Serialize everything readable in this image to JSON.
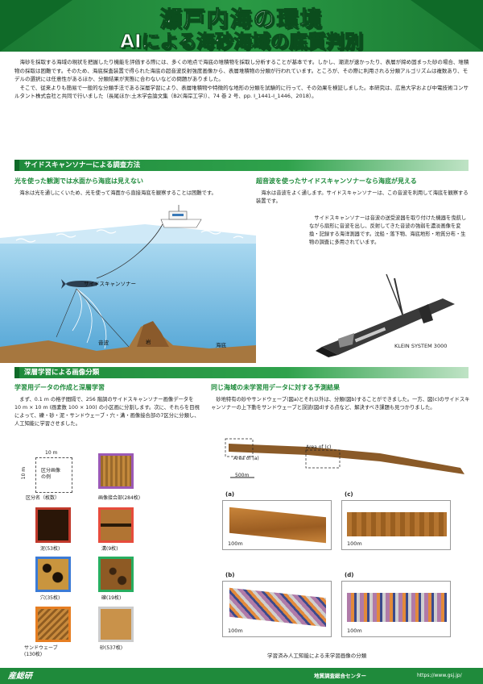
{
  "header": {
    "title": "瀬戸内海の環境",
    "subtitle": "AIによる海砂海域の底質判別"
  },
  "intro": {
    "p1": "海砂を採取する海域の現状を把握したり機能を評価する際には、多くの地点で海底の堆積物を採取し分析することが基本です。しかし、潮流が速かったり、表層が締め固まった砂の場合、堆積物の採取は困難です。そのため、海底探査装置で得られた海底の超音波反射強度画像から、表層堆積物の分類が行われています。ところが、その際に利用される分類アルゴリズムは複数あり、モデルの選択には任意性があるほか、分類結果が実態に合わないなどの問題がありました。",
    "p2": "そこで、従来よりも簡易で一般的な分類手法である深層学習により、表層堆積物や特徴的な地形の分類を試験的に行って、その効果を検証しました。本研究は、広島大学および中電技術コンサルタント株式会社と共同で行いました（長尾ほか:土木学会論文集（B2(海岸工学)）、74 巻 2 号、pp. I_1441-I_1446、2018）。"
  },
  "section1": {
    "title": "サイドスキャンソナーによる調査方法",
    "left_head": "光を使った観測では水面から海底は見えない",
    "left_text": "海水は光を通しにくいため、光を使って海面から直接海底を観察することは困難です。",
    "right_head": "超音波を使ったサイドスキャンソナーなら海底が見える",
    "right_text1": "海水は音波をよく通します。サイドスキャンソナーは、この音波を利用して海底を観察する装置です。",
    "right_text2": "サイドスキャンソナーは音波の送受波器を取り付けた機器を曳航しながら扇形に音波を出し、反射してきた音波の強弱を濃淡画像を変換・記録する海洋測器です。沈船・落下物、海底地形・地質分布・生物の調査に多用されています。",
    "label_sonar": "サイドスキャンソナー",
    "label_wave": "音波",
    "label_rock": "岩",
    "label_seabed": "海底",
    "device_caption": "KLEIN SYSTEM 3000"
  },
  "section2": {
    "title": "深層学習による画像分類",
    "left_head": "学習用データの作成と深層学習",
    "left_text": "まず、0.1 m の格子間隔で、256 階調のサイドスキャンソナー画像データを 10 m × 10 m (画素数 100 × 100) の小区画に分割します。次に、それらを目視によって、礫・砂・泥・サンドウェーブ・穴・溝・画像接合部の7区分に分類し、人工知能に学習させました。",
    "right_head": "同じ海域の未学習用データに対する予測結果",
    "right_text": "砂地特有の砂やサンドウェーブ(図a)とそれ以外は、分類(図b)することができました。一方、図(c)のサイドスキャンソナーの上下動をサンドウェーブと誤読(図d)する点など、解決すべき課題も見つかりました。",
    "example_size": "10 m",
    "example_size_v": "10 m",
    "example_label": "区分画像\nの例",
    "classes": [
      {
        "label": "区分名（枚数）",
        "color": "#ffffff"
      },
      {
        "label": "画像接合部(284枚)",
        "color": "#9b59b6"
      },
      {
        "label": "泥(53枚)",
        "color": "#c0392b"
      },
      {
        "label": "溝(9枚)",
        "color": "#e74c3c"
      },
      {
        "label": "穴(35枚)",
        "color": "#3b7bd6"
      },
      {
        "label": "礫(19枚)",
        "color": "#27ae60"
      },
      {
        "label": "サンドウェーブ\n(130枚)",
        "color": "#e67e22"
      },
      {
        "label": "砂(537枚)",
        "color": "#cccccc"
      }
    ],
    "map_area_a": "Area of (a)",
    "map_area_c": "Area of (c)",
    "map_scale": "500m",
    "panel_a": "(a)",
    "panel_b": "(b)",
    "panel_c": "(c)",
    "panel_d": "(d)",
    "panel_scale": "100m",
    "caption": "学習済み人工知能による未学習画像の分類"
  },
  "footer": {
    "logo": "産総研",
    "center": "地質調査総合センター",
    "url": "https://www.gsj.jp/"
  }
}
